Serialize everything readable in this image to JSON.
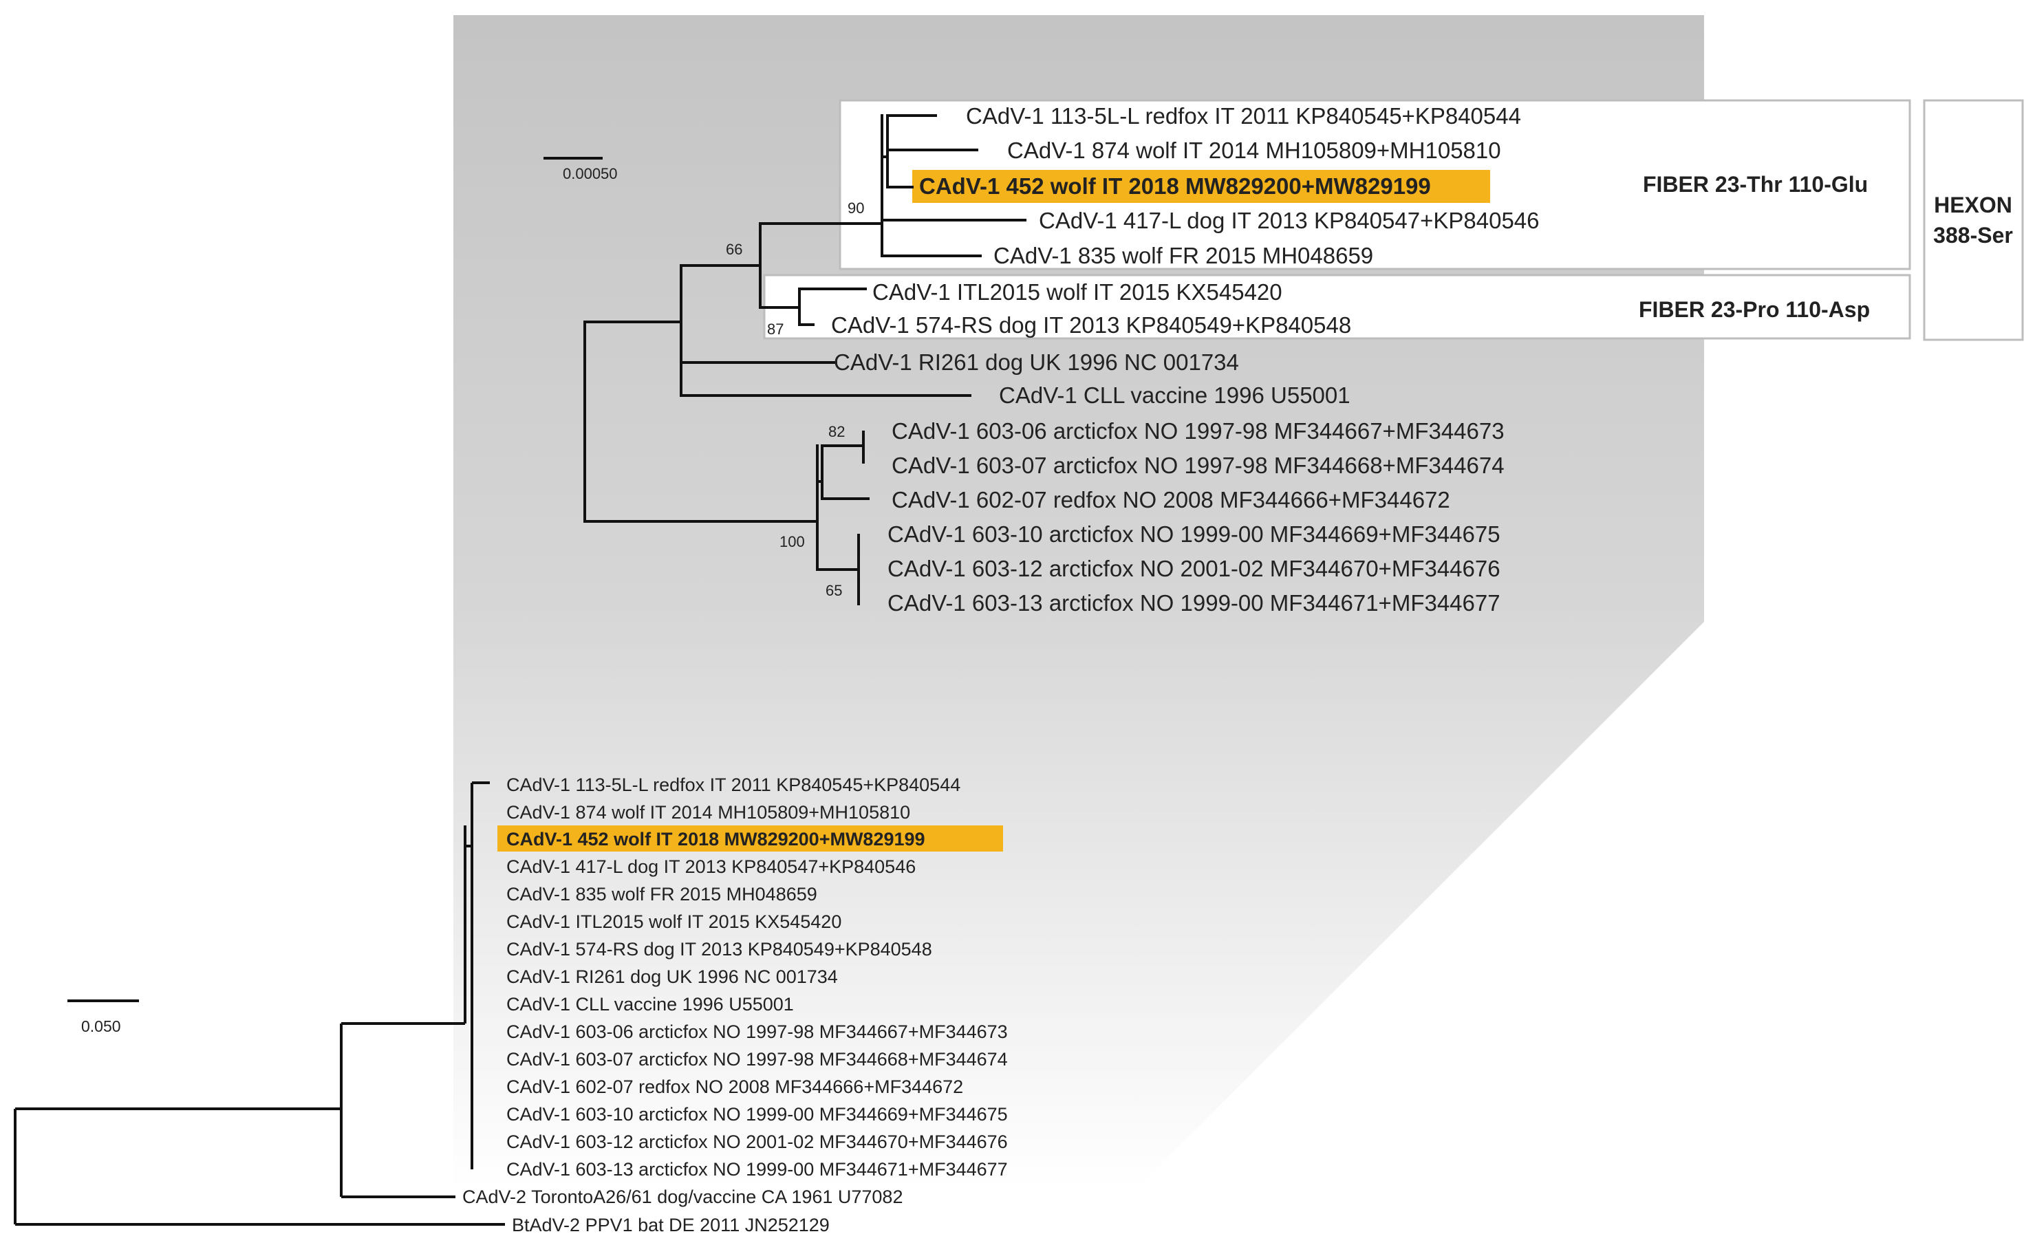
{
  "colors": {
    "highlight": "#F4B31A",
    "panel_top": "#c4c4c4",
    "panel_bottom": "#ffffff",
    "box_border": "#bdbdbd"
  },
  "zoom_tree": {
    "scale_label": "0.00050",
    "taxa": [
      "CAdV-1 113-5L-L redfox IT 2011 KP840545+KP840544",
      "CAdV-1 874 wolf IT 2014 MH105809+MH105810",
      "CAdV-1 452 wolf IT 2018 MW829200+MW829199",
      "CAdV-1 417-L dog IT 2013 KP840547+KP840546",
      "CAdV-1 835 wolf FR 2015 MH048659",
      "CAdV-1 ITL2015 wolf IT 2015 KX545420",
      "CAdV-1 574-RS dog IT 2013 KP840549+KP840548",
      "CAdV-1 RI261 dog UK 1996 NC 001734",
      "CAdV-1 CLL vaccine 1996 U55001",
      "CAdV-1 603-06 arcticfox NO 1997-98 MF344667+MF344673",
      "CAdV-1 603-07 arcticfox NO 1997-98 MF344668+MF344674",
      "CAdV-1 602-07 redfox NO 2008 MF344666+MF344672",
      "CAdV-1 603-10 arcticfox NO 1999-00 MF344669+MF344675",
      "CAdV-1 603-12 arcticfox NO 2001-02 MF344670+MF344676",
      "CAdV-1 603-13 arcticfox NO 1999-00 MF344671+MF344677"
    ],
    "bootstrap": [
      "90",
      "66",
      "87",
      "82",
      "100",
      "65"
    ],
    "groups": {
      "fiber_thr": "FIBER 23-Thr 110-Glu",
      "fiber_pro": "FIBER 23-Pro 110-Asp",
      "hexon_line1": "HEXON",
      "hexon_line2": "388-Ser"
    }
  },
  "full_tree": {
    "scale_label": "0.050",
    "taxa": [
      "CAdV-1 113-5L-L redfox IT 2011 KP840545+KP840544",
      "CAdV-1 874 wolf IT 2014 MH105809+MH105810",
      "CAdV-1 452 wolf IT 2018 MW829200+MW829199",
      "CAdV-1 417-L dog IT 2013 KP840547+KP840546",
      "CAdV-1 835 wolf FR 2015 MH048659",
      "CAdV-1 ITL2015 wolf IT 2015 KX545420",
      "CAdV-1 574-RS dog IT 2013 KP840549+KP840548",
      "CAdV-1 RI261 dog UK 1996 NC 001734",
      "CAdV-1 CLL vaccine 1996 U55001",
      "CAdV-1 603-06 arcticfox NO 1997-98 MF344667+MF344673",
      "CAdV-1 603-07 arcticfox NO 1997-98 MF344668+MF344674",
      "CAdV-1 602-07 redfox NO 2008 MF344666+MF344672",
      "CAdV-1 603-10 arcticfox NO 1999-00 MF344669+MF344675",
      "CAdV-1 603-12 arcticfox NO 2001-02 MF344670+MF344676",
      "CAdV-1 603-13 arcticfox NO 1999-00 MF344671+MF344677"
    ],
    "outgroups": [
      "CAdV-2 TorontoA26/61 dog/vaccine CA 1961 U77082",
      "BtAdV-2 PPV1 bat DE 2011 JN252129"
    ]
  }
}
